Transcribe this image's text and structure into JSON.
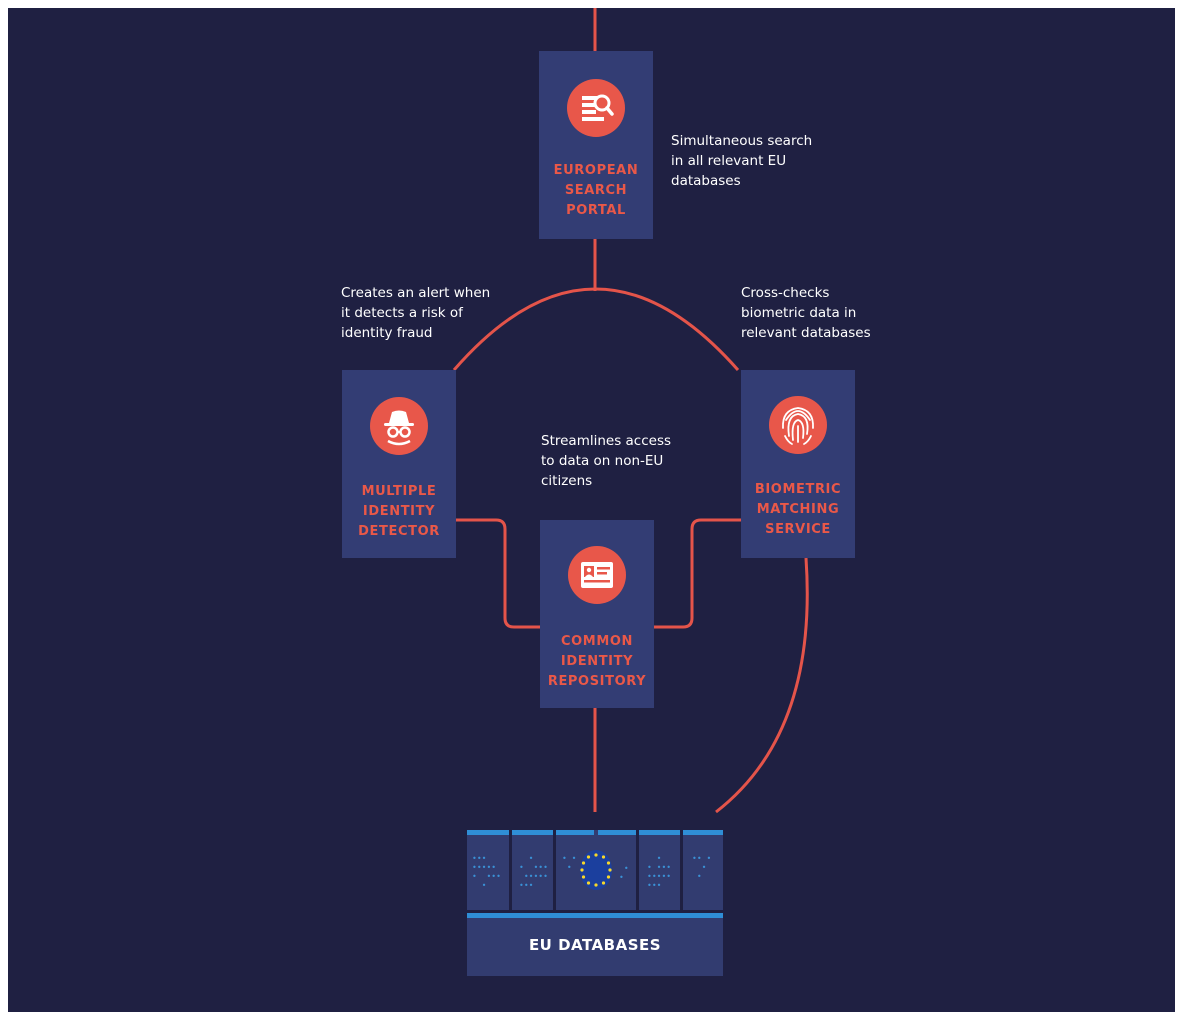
{
  "colors": {
    "background": "#1f2042",
    "box": "#333d74",
    "accent": "#e8574a",
    "label": "#ea5848",
    "text": "#ffffff",
    "database_stripe": "#2f8ed6",
    "eu_blue": "#1b3f9e",
    "eu_star": "#f7d72b"
  },
  "nodes": {
    "search_portal": {
      "icon": "search-database-icon",
      "label_lines": [
        "EUROPEAN",
        "SEARCH",
        "PORTAL"
      ],
      "description_lines": [
        "Simultaneous search",
        "in all relevant EU",
        "databases"
      ]
    },
    "identity_detector": {
      "icon": "incognito-icon",
      "label_lines": [
        "MULTIPLE",
        "IDENTITY",
        "DETECTOR"
      ],
      "description_lines": [
        "Creates an alert when",
        "it detects a risk of",
        "identity fraud"
      ]
    },
    "biometric_service": {
      "icon": "fingerprint-icon",
      "label_lines": [
        "BIOMETRIC",
        "MATCHING",
        "SERVICE"
      ],
      "description_lines": [
        "Cross-checks",
        "biometric data in",
        "relevant databases"
      ]
    },
    "identity_repository": {
      "icon": "id-card-icon",
      "label_lines": [
        "COMMON",
        "IDENTITY",
        "REPOSITORY"
      ],
      "description_lines": [
        "Streamlines access",
        "to data on non-EU",
        "citizens"
      ]
    }
  },
  "databases": {
    "label": "EU DATABASES",
    "icon": "eu-flag-icon"
  }
}
